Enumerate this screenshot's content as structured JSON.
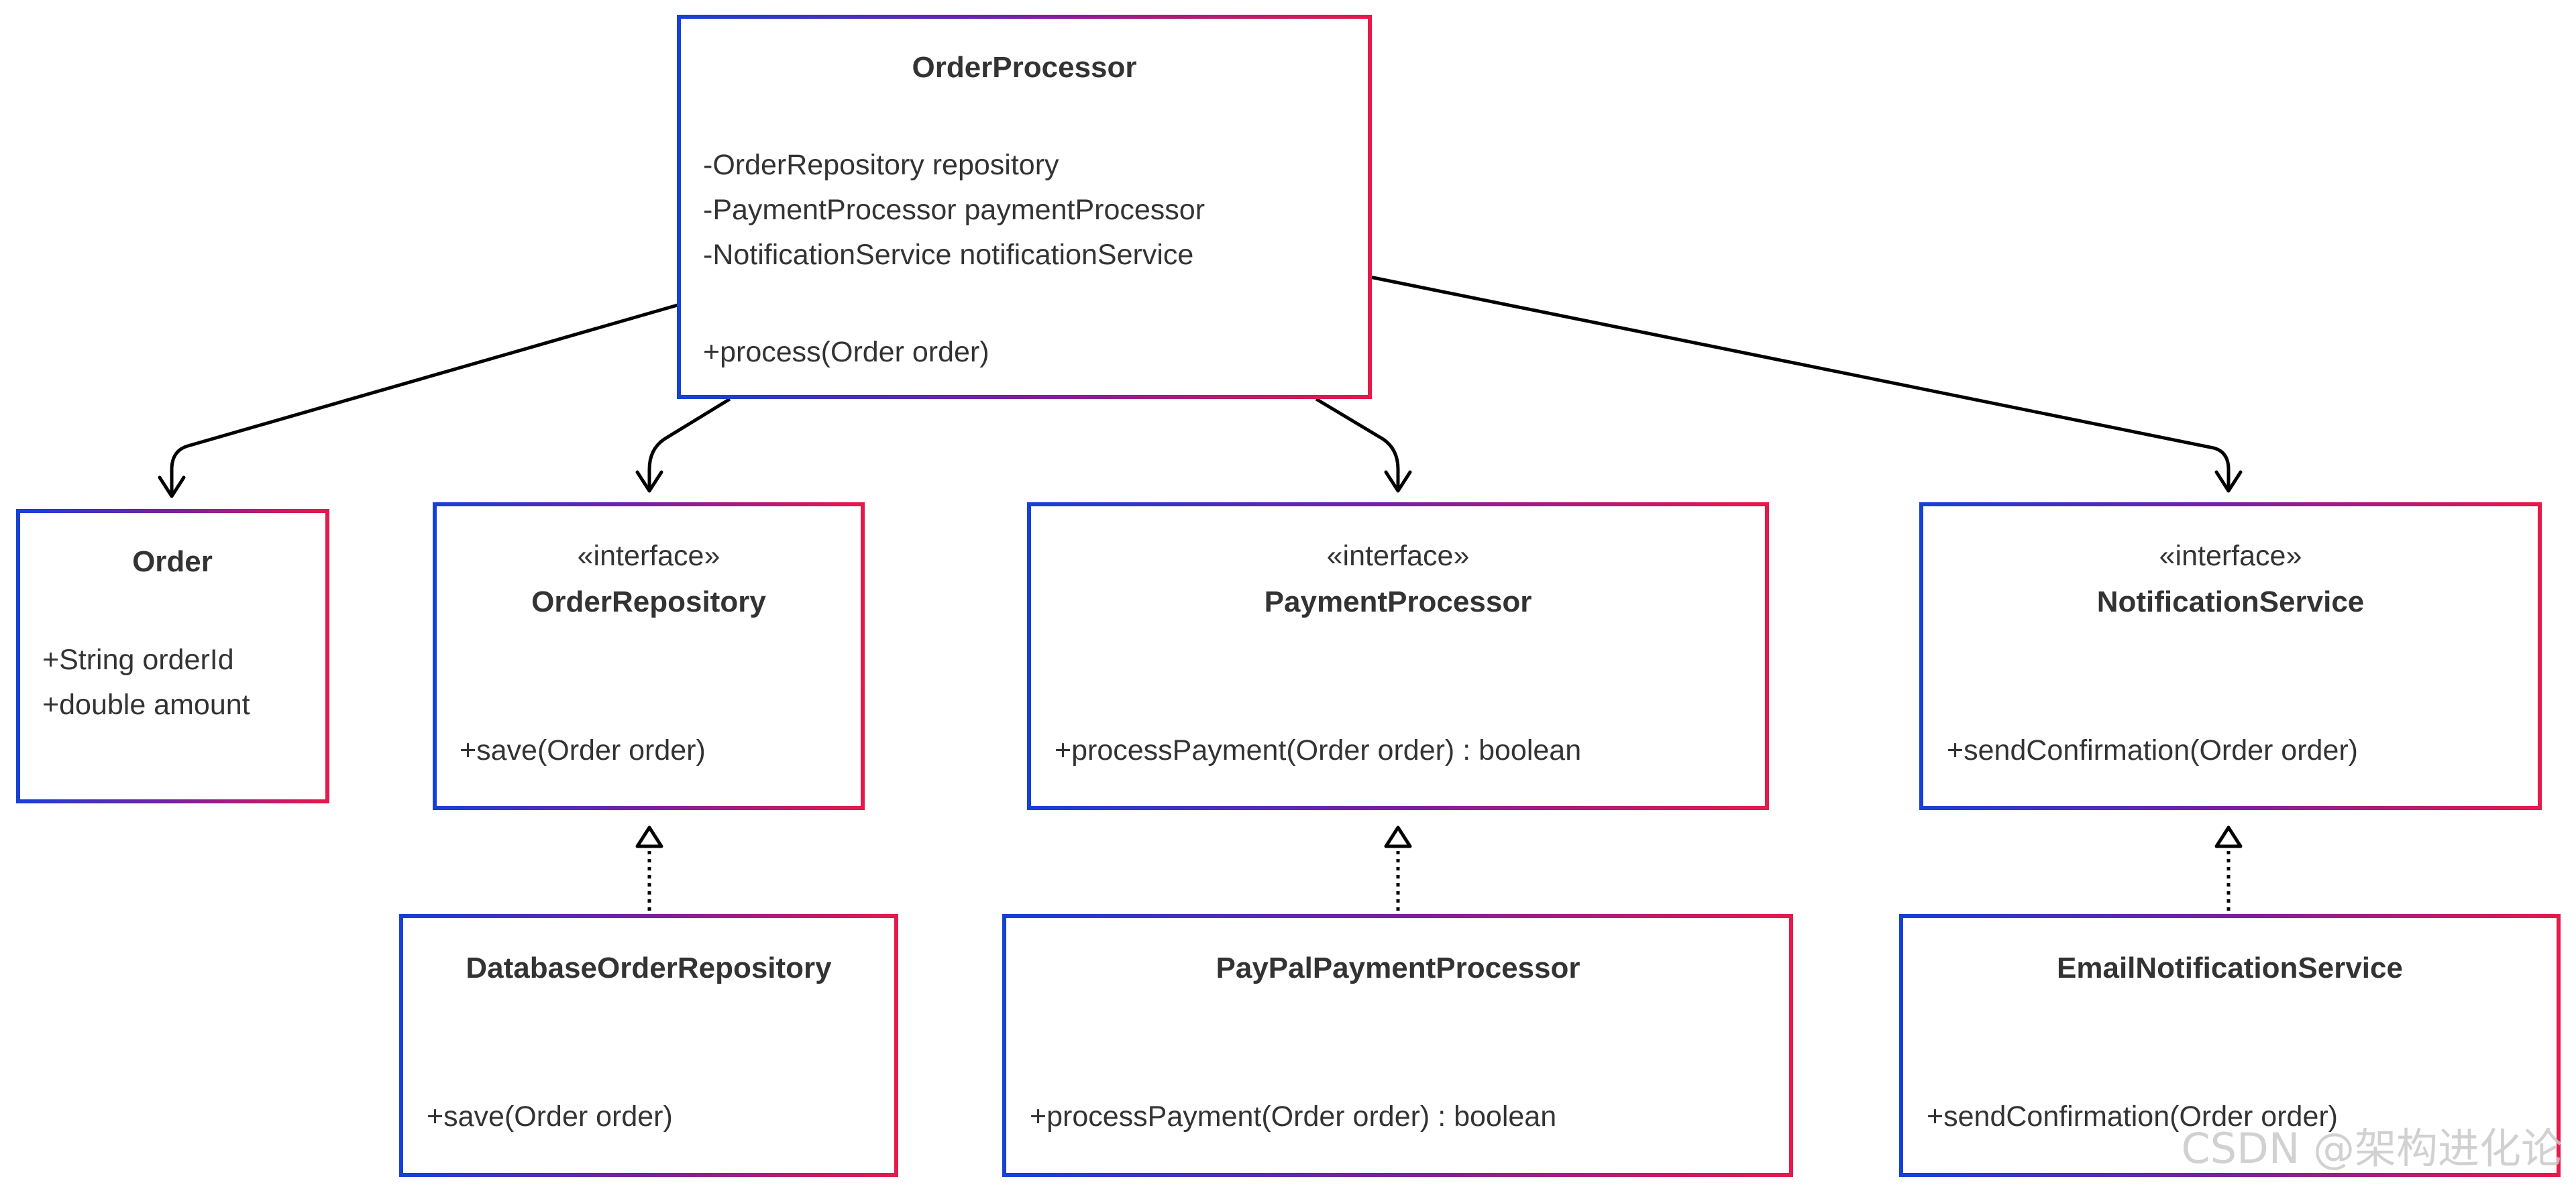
{
  "diagram": {
    "classes": {
      "order_processor": {
        "stereotype": "",
        "name": "OrderProcessor",
        "attributes": [
          "-OrderRepository repository",
          "-PaymentProcessor paymentProcessor",
          "-NotificationService notificationService"
        ],
        "methods": [
          "+process(Order order)"
        ]
      },
      "order": {
        "stereotype": "",
        "name": "Order",
        "attributes": [
          "+String orderId",
          "+double amount"
        ],
        "methods": []
      },
      "order_repository": {
        "stereotype": "«interface»",
        "name": "OrderRepository",
        "attributes": [],
        "methods": [
          "+save(Order order)"
        ]
      },
      "payment_processor": {
        "stereotype": "«interface»",
        "name": "PaymentProcessor",
        "attributes": [],
        "methods": [
          "+processPayment(Order order) : boolean"
        ]
      },
      "notification_service": {
        "stereotype": "«interface»",
        "name": "NotificationService",
        "attributes": [],
        "methods": [
          "+sendConfirmation(Order order)"
        ]
      },
      "database_order_repository": {
        "stereotype": "",
        "name": "DatabaseOrderRepository",
        "attributes": [],
        "methods": [
          "+save(Order order)"
        ]
      },
      "paypal_payment_processor": {
        "stereotype": "",
        "name": "PayPalPaymentProcessor",
        "attributes": [],
        "methods": [
          "+processPayment(Order order) : boolean"
        ]
      },
      "email_notification_service": {
        "stereotype": "",
        "name": "EmailNotificationService",
        "attributes": [],
        "methods": [
          "+sendConfirmation(Order order)"
        ]
      }
    },
    "relationships": [
      {
        "from": "order_processor",
        "to": "order",
        "kind": "association"
      },
      {
        "from": "order_processor",
        "to": "order_repository",
        "kind": "association"
      },
      {
        "from": "order_processor",
        "to": "payment_processor",
        "kind": "association"
      },
      {
        "from": "order_processor",
        "to": "notification_service",
        "kind": "association"
      },
      {
        "from": "database_order_repository",
        "to": "order_repository",
        "kind": "realization"
      },
      {
        "from": "paypal_payment_processor",
        "to": "payment_processor",
        "kind": "realization"
      },
      {
        "from": "email_notification_service",
        "to": "notification_service",
        "kind": "realization"
      }
    ],
    "colors": {
      "border_start": "#1640d6",
      "border_mid": "#7a1fa2",
      "border_end": "#e6194b",
      "edge": "#000000",
      "text": "#333333",
      "watermark": "#c9c9c9"
    }
  },
  "watermark": {
    "text": "CSDN @架构进化论"
  }
}
